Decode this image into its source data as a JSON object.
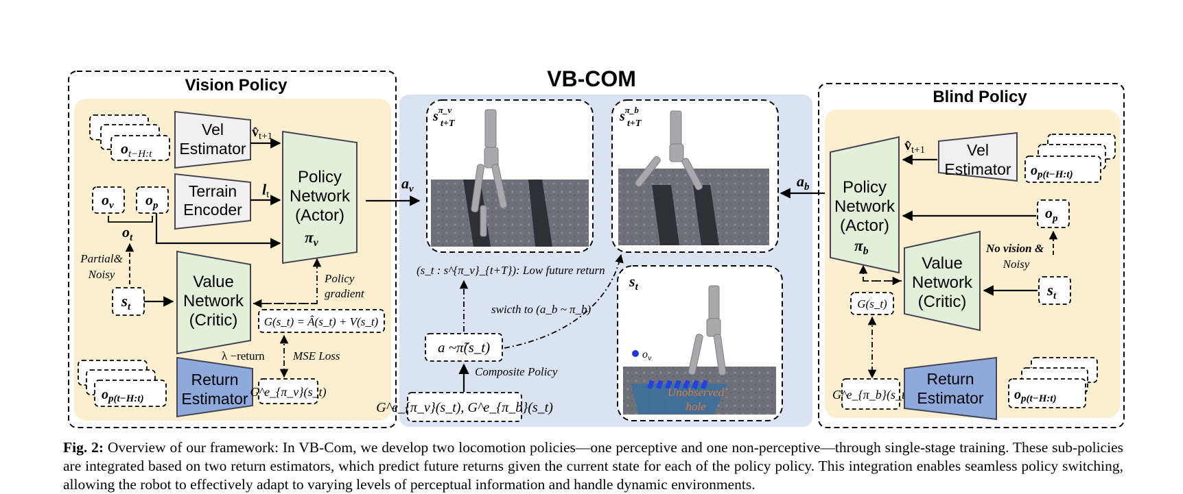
{
  "title": "VB-COM",
  "vision_policy": {
    "title": "Vision Policy",
    "vel_estimator": [
      "Vel",
      "Estimator"
    ],
    "terrain_encoder": [
      "Terrain",
      "Encoder"
    ],
    "policy_network": [
      "Policy",
      "Network",
      "(Actor)"
    ],
    "policy_symbol": "π",
    "policy_sub": "v",
    "value_network": [
      "Value",
      "Network",
      "(Critic)"
    ],
    "return_estimator": [
      "Return",
      "Estimator"
    ],
    "vel_out": "v̂",
    "vel_out_sub": "t+1",
    "latent": "l",
    "latent_sub": "t",
    "obs_hist": "o",
    "obs_hist_sub": "t−H:t",
    "ov": "o",
    "ov_sub": "v",
    "op": "o",
    "op_sub": "p",
    "ot": "o",
    "ot_sub": "t",
    "st": "s",
    "st_sub": "t",
    "partial_noisy": [
      "Partial&",
      "Noisy"
    ],
    "policy_gradient": [
      "Policy",
      "gradient"
    ],
    "g_formula": "G(s_t) = Â(s_t) + V(s_t)",
    "lambda_return": "λ −return",
    "mse_loss": "MSE Loss",
    "ge_pi_v": "G^e_{π_v}(s_t)",
    "op_hist": "o",
    "op_hist_sub": "p(t−H:t)"
  },
  "center": {
    "action_v": "a",
    "action_v_sub": "v",
    "action_b": "a",
    "action_b_sub": "b",
    "s_tT_v": "s",
    "s_tT_v_sup": "π_v",
    "s_tT_sub": "t+T",
    "s_tT_b": "s",
    "s_tT_b_sup": "π_b",
    "st_label": "s",
    "st_label_sub": "t",
    "low_future_return": "(s_t : s^{π_v}_{t+T}): Low future return",
    "switch_to": "swicth to (a_b ~ π_b)",
    "composite_action": "a ~π̃(s_t)",
    "composite_policy": "Composite Policy",
    "returns_input": "G^e_{π_v}(s_t), G^e_{π_b}(s_t)",
    "ov_point": "o",
    "ov_point_sub": "v",
    "unobserved_hole": [
      "Unobserved",
      "hole"
    ]
  },
  "blind_policy": {
    "title": "Blind Policy",
    "vel_estimator": [
      "Vel",
      "Estimator"
    ],
    "policy_network": [
      "Policy",
      "Network",
      "(Actor)"
    ],
    "policy_symbol": "π",
    "policy_sub": "b",
    "value_network": [
      "Value",
      "Network",
      "(Critic)"
    ],
    "return_estimator": [
      "Return",
      "Estimator"
    ],
    "vel_out": "v̂",
    "vel_out_sub": "t+1",
    "op_hist": "o",
    "op_hist_sub": "p(t−H:t)",
    "op": "o",
    "op_sub": "p",
    "st": "s",
    "st_sub": "t",
    "no_vision": [
      "No vision &",
      "Noisy"
    ],
    "g_st": "G(s_t)",
    "ge_pi_b": "G^e_{π_b}(s_t)"
  },
  "caption": {
    "label": "Fig. 2:",
    "text": "Overview of our framework: In VB-Com, we develop two locomotion policies—one perceptive and one non-perceptive—through single-stage training. These sub-policies are integrated based on two return estimators, which predict future returns given the current state for each of the policy policy. This integration enables seamless policy switching, allowing the robot to effectively adapt to varying levels of perceptual information and handle dynamic environments."
  },
  "colors": {
    "policy_bg": "#fcefcf",
    "center_bg": "#d9e3f2",
    "network_fill": "#e2efd9",
    "estimator_fill": "#f0f0f0",
    "return_fill": "#8ea9db",
    "hole_label": "#e07b39"
  }
}
